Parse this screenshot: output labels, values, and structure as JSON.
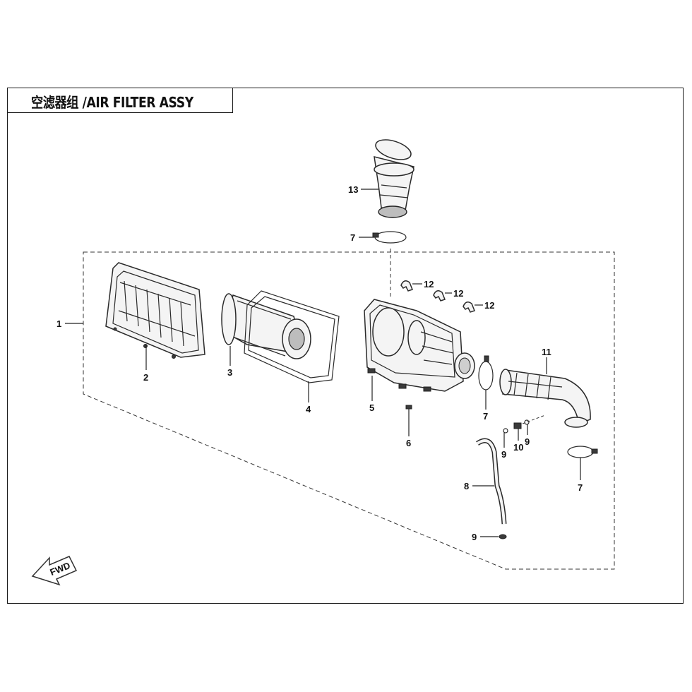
{
  "title": "空滤器组 /AIR FILTER ASSY",
  "fwd_label": "FWD",
  "callouts": {
    "c1": "1",
    "c2": "2",
    "c3": "3",
    "c4": "4",
    "c5": "5",
    "c6": "6",
    "c7a": "7",
    "c7b": "7",
    "c7c": "7",
    "c8": "8",
    "c9a": "9",
    "c9b": "9",
    "c9c": "9",
    "c10": "10",
    "c11": "11",
    "c12a": "12",
    "c12b": "12",
    "c12c": "12",
    "c13": "13"
  }
}
